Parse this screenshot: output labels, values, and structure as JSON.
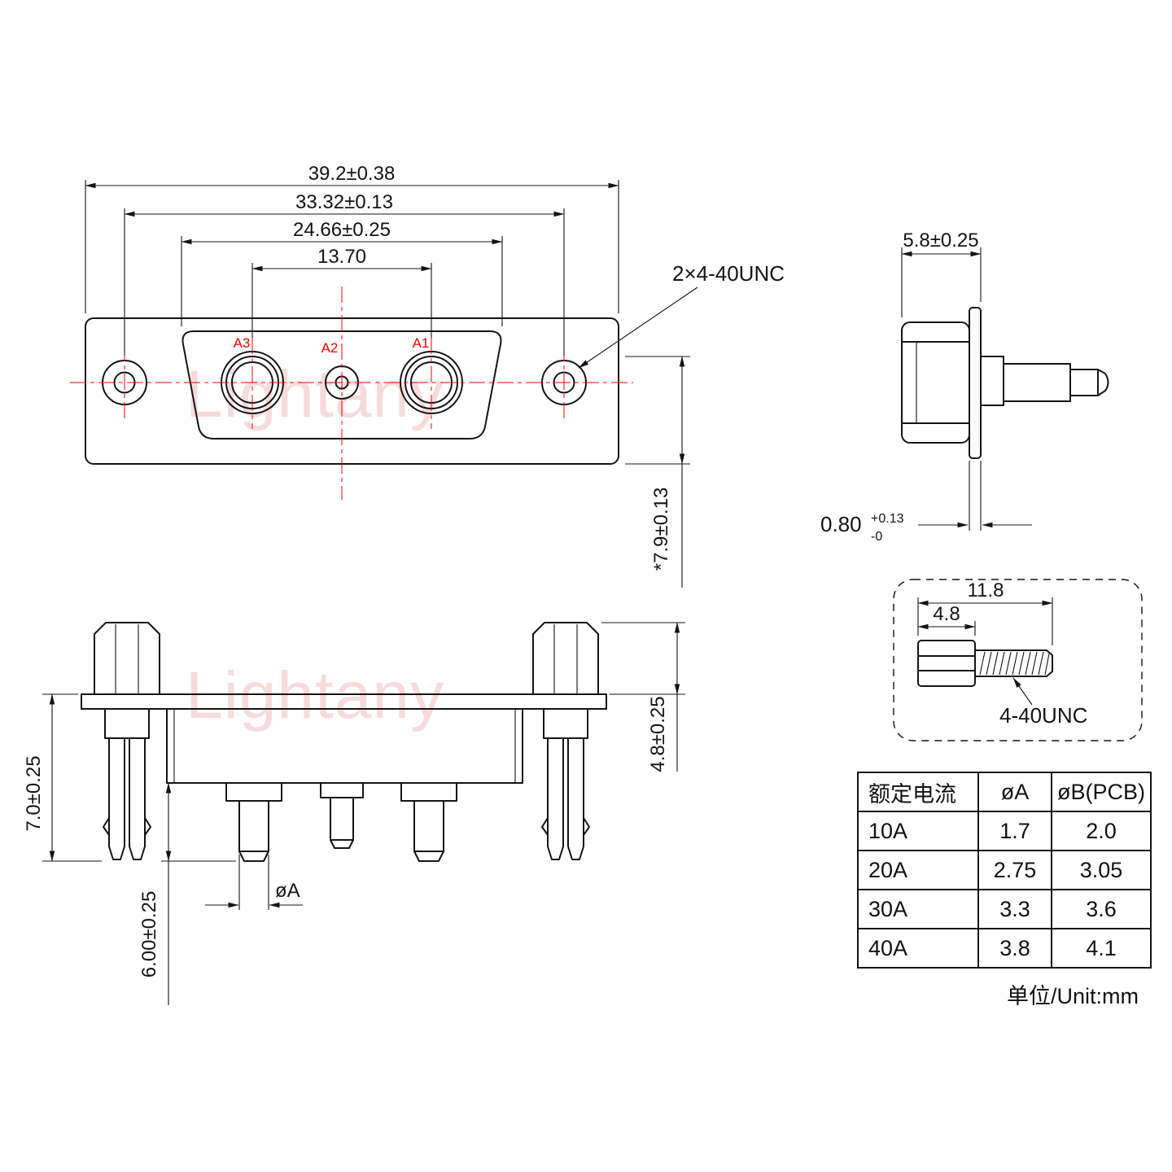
{
  "watermark": {
    "text": "Lightany",
    "color": "#f2bebe"
  },
  "colors": {
    "line": "#141414",
    "centerline": "#ff0000",
    "pin_label": "#ff0000",
    "watermark": "#f2bebe"
  },
  "front_view": {
    "dim_overall_width": "39.2±0.38",
    "dim_mounting_hole_spacing": "33.32±0.13",
    "dim_cutout_width": "24.66±0.25",
    "dim_pin_spacing": "13.70",
    "screw_hole_callout": "2×4-40UNC",
    "dim_flange_height": "*7.9±0.13",
    "pin_labels": {
      "a1": "A1",
      "a2": "A2",
      "a3": "A3"
    }
  },
  "side_view": {
    "dim_body_depth": "5.8±0.25",
    "dim_flange_thickness": "0.80",
    "dim_flange_thickness_tol_upper": "+0.13",
    "dim_flange_thickness_tol_lower": "-0"
  },
  "screw_detail": {
    "dim_total_length": "11.8",
    "dim_head_length": "4.8",
    "thread_spec": "4-40UNC"
  },
  "bottom_view": {
    "dim_boardlock_length": "7.0±0.25",
    "dim_pin_length": "6.00±0.25",
    "dim_standoff_height": "4.8±0.25",
    "pin_diameter_label": "øA"
  },
  "table": {
    "headers": [
      "额定电流",
      "øA",
      "øB(PCB)"
    ],
    "rows": [
      [
        "10A",
        "1.7",
        "2.0"
      ],
      [
        "20A",
        "2.75",
        "3.05"
      ],
      [
        "30A",
        "3.3",
        "3.6"
      ],
      [
        "40A",
        "3.8",
        "4.1"
      ]
    ],
    "unit_note": "单位/Unit:mm"
  }
}
